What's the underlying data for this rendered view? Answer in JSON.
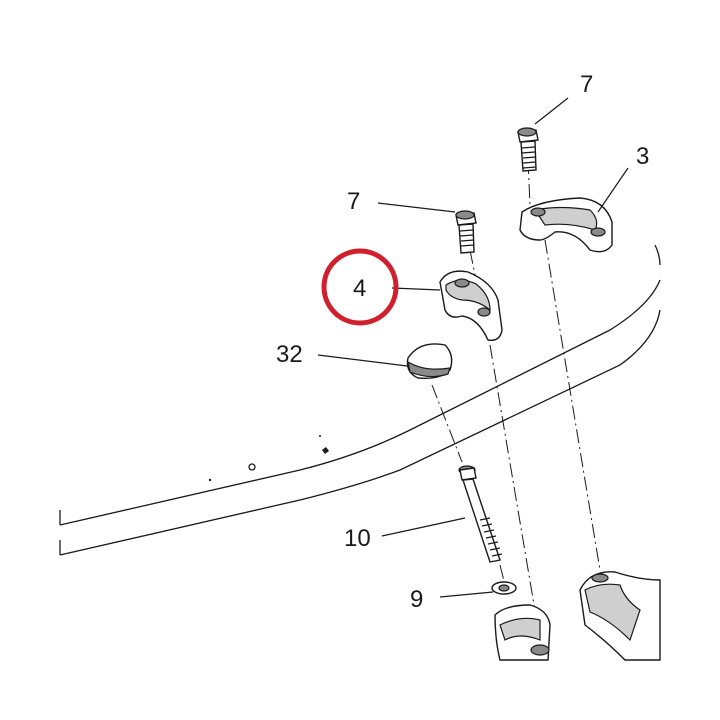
{
  "callouts": {
    "c7_top": "7",
    "c3": "3",
    "c7_mid": "7",
    "c4": "4",
    "c32": "32",
    "c10": "10",
    "c9": "9"
  },
  "highlight_color": "#d0202e",
  "line_color": "#1a1a1a"
}
